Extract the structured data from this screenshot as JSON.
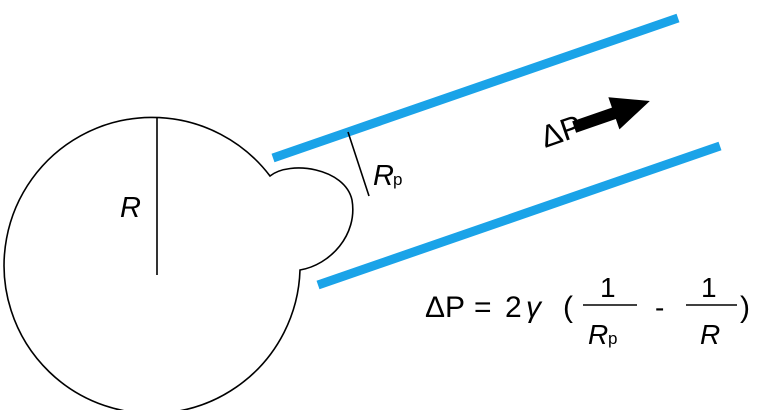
{
  "diagram": {
    "labels": {
      "cell_radius": "R",
      "pipette_radius_main": "R",
      "pipette_radius_sub": "p",
      "pressure_arrow_label": "ΔP"
    },
    "equation": {
      "lhs": "ΔP",
      "equals": "=",
      "coefficient": "2",
      "gamma": "γ",
      "open_paren": "(",
      "frac1_num": "1",
      "frac1_den_main": "R",
      "frac1_den_sub": "p",
      "minus": "-",
      "frac2_num": "1",
      "frac2_den": "R",
      "close_paren": ")"
    },
    "colors": {
      "pipette_wall": "#1aa3e8",
      "outline": "#000000",
      "arrow": "#000000"
    }
  }
}
